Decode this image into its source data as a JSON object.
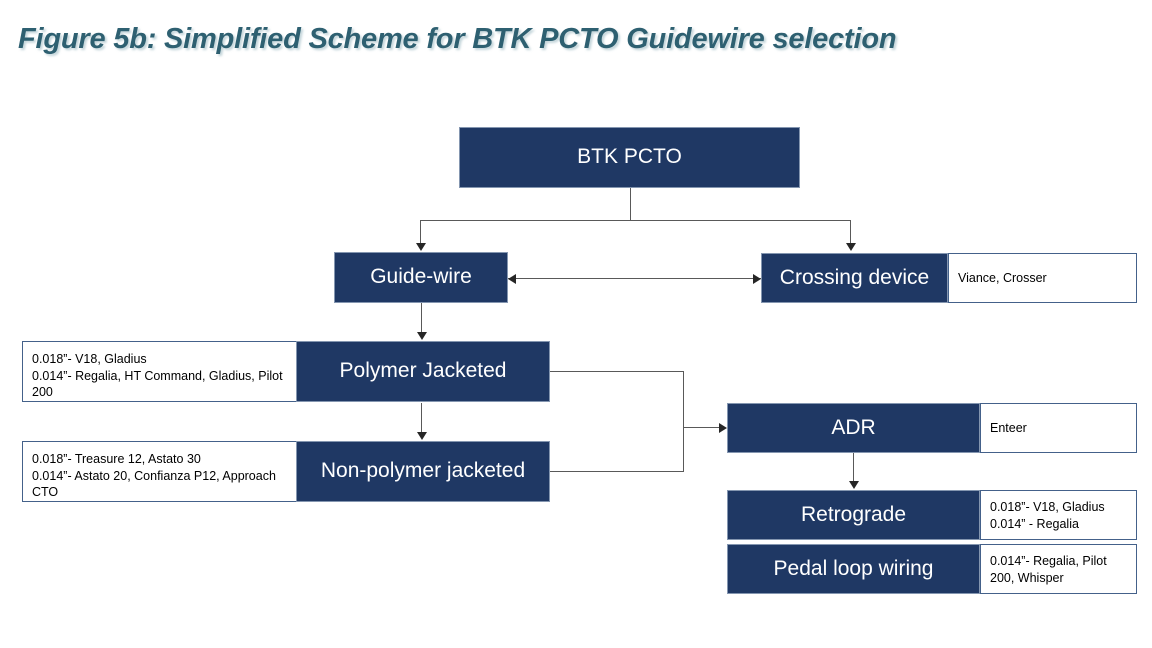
{
  "figure": {
    "title": "Figure 5b: Simplified Scheme for BTK PCTO Guidewire selection",
    "title_color": "#2E6071",
    "node_fill_color": "#1F3864",
    "node_border_color": "#8496B0",
    "note_border_color": "#44618A",
    "connector_color": "#595959"
  },
  "nodes": {
    "root": {
      "label": "BTK PCTO"
    },
    "guidewire": {
      "label": "Guide-wire"
    },
    "crossing_device": {
      "label": "Crossing device",
      "devices": "Viance, Crosser"
    },
    "polymer_jacketed": {
      "label": "Polymer Jacketed",
      "wires": "0.018”- V18, Gladius\n0.014”- Regalia, HT Command, Gladius, Pilot 200"
    },
    "non_polymer_jacketed": {
      "label": "Non-polymer jacketed",
      "wires": "0.018”- Treasure 12, Astato 30\n0.014”- Astato 20, Confianza P12, Approach CTO"
    },
    "adr": {
      "label": "ADR",
      "devices": "Enteer"
    },
    "retrograde": {
      "label": "Retrograde",
      "wires": "0.018”- V18, Gladius\n0.014” - Regalia"
    },
    "pedal_loop_wiring": {
      "label": "Pedal loop wiring",
      "wires": "0.014”- Regalia, Pilot 200, Whisper"
    }
  }
}
